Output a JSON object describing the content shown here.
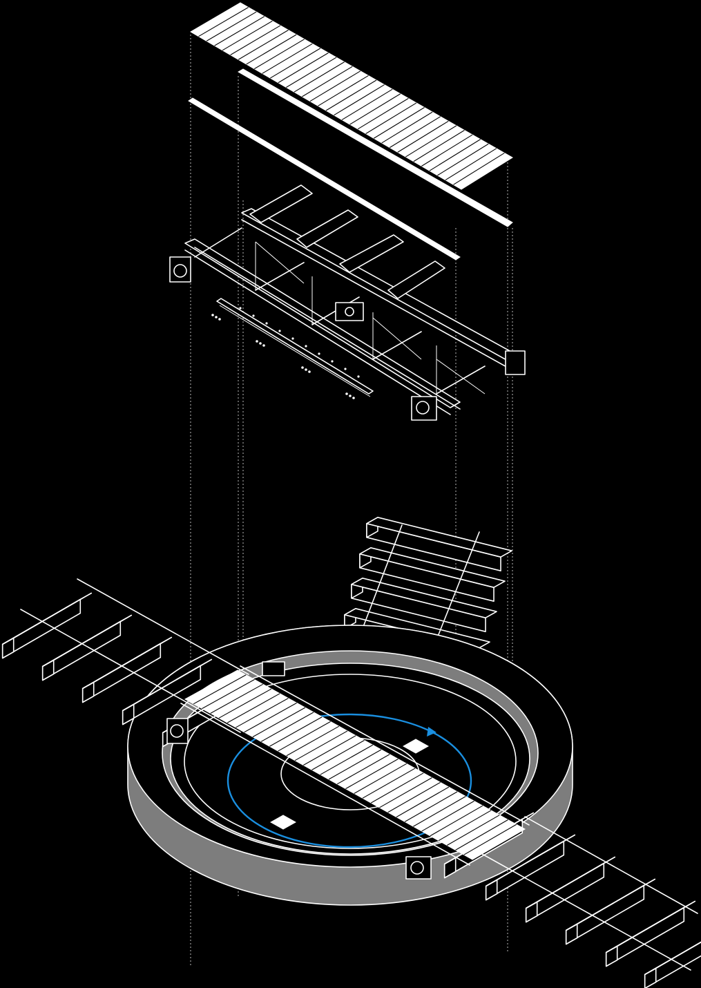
{
  "diagram": {
    "type": "exploded-axonometric",
    "colors": {
      "background": "#000000",
      "linework": "#ffffff",
      "pit_wall": "#7d7d7d",
      "rotation_arrow": "#1a8fe0",
      "guide_lines": "#bdbdbd"
    },
    "components": [
      {
        "id": "deck_planking",
        "icon": "deck-planks-icon"
      },
      {
        "id": "side_rails",
        "icon": "rail-bars-icon"
      },
      {
        "id": "bridge_frame",
        "icon": "steel-frame-icon"
      },
      {
        "id": "side_plate",
        "icon": "bolted-plate-icon"
      },
      {
        "id": "turntable_pit",
        "icon": "circular-pit-icon"
      },
      {
        "id": "approach_tracks",
        "icon": "track-sleepers-icon"
      },
      {
        "id": "rotation_indicator",
        "icon": "rotation-arrow-icon"
      }
    ]
  }
}
